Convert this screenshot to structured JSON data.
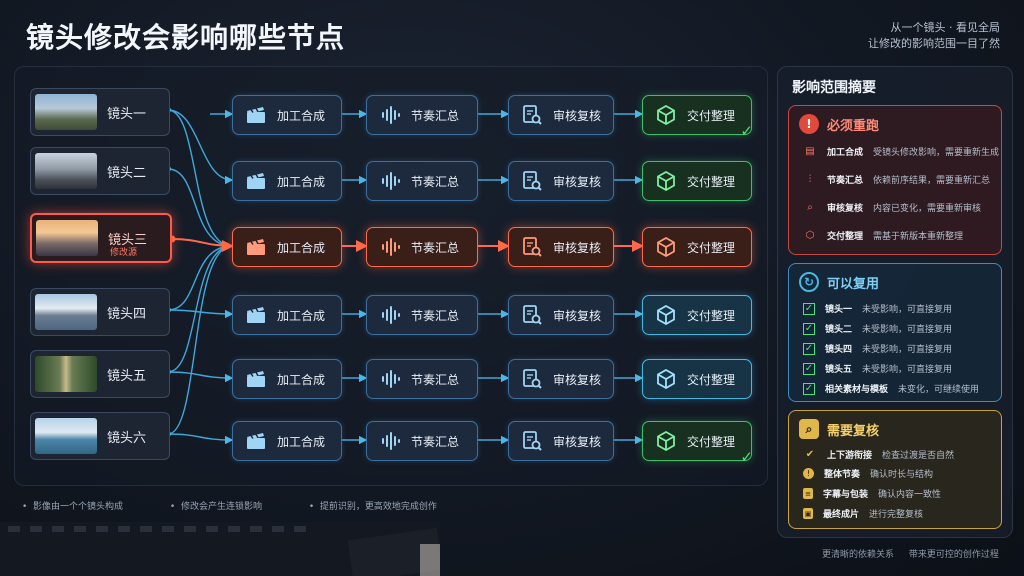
{
  "header": {
    "title": "镜头修改会影响哪些节点",
    "subtitle_line1": "从一个镜头 · 看见全局",
    "subtitle_line2": "让修改的影响范围一目了然"
  },
  "shots": [
    {
      "label": "镜头一",
      "sub": ""
    },
    {
      "label": "镜头二",
      "sub": ""
    },
    {
      "label": "镜头三",
      "sub": "修改源"
    },
    {
      "label": "镜头四",
      "sub": ""
    },
    {
      "label": "镜头五",
      "sub": ""
    },
    {
      "label": "镜头六",
      "sub": ""
    }
  ],
  "pipeline": {
    "stages": [
      "加工合成",
      "节奏汇总",
      "审核复核",
      "交付整理"
    ],
    "icons": [
      "clapper-icon",
      "waveform-icon",
      "review-doc-icon",
      "package-icon"
    ]
  },
  "footer": {
    "note1": "影像由一个个镜头构成",
    "note2": "修改会产生连锁影响",
    "note3": "提前识别，更高效地完成创作"
  },
  "sidebar": {
    "title": "影响范围摘要",
    "must": {
      "title": "必须重跑",
      "items": [
        {
          "k": "加工合成",
          "v": "受镜头修改影响，需要重新生成"
        },
        {
          "k": "节奏汇总",
          "v": "依赖前序结果，需要重新汇总"
        },
        {
          "k": "审核复核",
          "v": "内容已变化，需要重新审核"
        },
        {
          "k": "交付整理",
          "v": "需基于新版本重新整理"
        }
      ]
    },
    "reuse": {
      "title": "可以复用",
      "items": [
        {
          "k": "镜头一",
          "v": "未受影响，可直接复用"
        },
        {
          "k": "镜头二",
          "v": "未受影响，可直接复用"
        },
        {
          "k": "镜头四",
          "v": "未受影响，可直接复用"
        },
        {
          "k": "镜头五",
          "v": "未受影响，可直接复用"
        },
        {
          "k": "相关素材与模板",
          "v": "未变化，可继续使用"
        }
      ]
    },
    "review": {
      "title": "需要复核",
      "items": [
        {
          "k": "上下游衔接",
          "v": "检查过渡是否自然"
        },
        {
          "k": "整体节奏",
          "v": "确认时长与结构"
        },
        {
          "k": "字幕与包装",
          "v": "确认内容一致性"
        },
        {
          "k": "最终成片",
          "v": "进行完整复核"
        }
      ]
    },
    "foot1": "更清晰的依赖关系",
    "foot2": "带来更可控的创作过程"
  },
  "colors": {
    "accent_red": "#ff5a4a",
    "accent_green": "#4ee07a",
    "accent_blue": "#49b8e0",
    "accent_yellow": "#e0b84a"
  }
}
